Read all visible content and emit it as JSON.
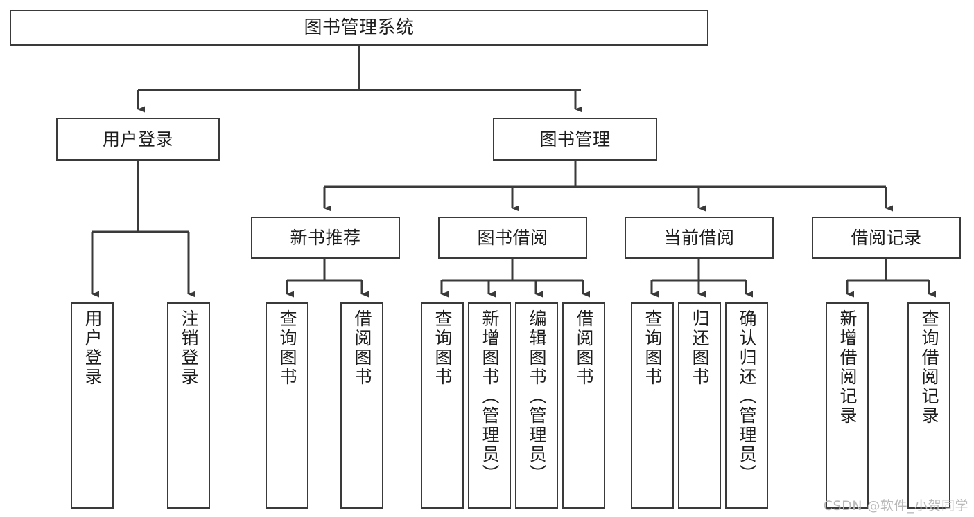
{
  "diagram": {
    "kind": "function-structure-tree",
    "title": "图书管理系统",
    "stroke_color": "#3a3a3a",
    "fill_color": "#ffffff",
    "text_color": "#1d1d1d"
  },
  "root": {
    "label": "图书管理系统"
  },
  "level2": [
    {
      "label": "用户登录"
    },
    {
      "label": "图书管理"
    }
  ],
  "level3": [
    {
      "label": "新书推荐"
    },
    {
      "label": "图书借阅"
    },
    {
      "label": "当前借阅"
    },
    {
      "label": "借阅记录"
    }
  ],
  "leaves": [
    {
      "label": "用户登录"
    },
    {
      "label": "注销登录"
    },
    {
      "label": "查询图书"
    },
    {
      "label": "借阅图书"
    },
    {
      "label": "查询图书"
    },
    {
      "label": "新增图书（管理员）"
    },
    {
      "label": "编辑图书（管理员）"
    },
    {
      "label": "借阅图书"
    },
    {
      "label": "查询图书"
    },
    {
      "label": "归还图书"
    },
    {
      "label": "确认归还（管理员）"
    },
    {
      "label": "新增借阅记录"
    },
    {
      "label": "查询借阅记录"
    }
  ],
  "watermark": {
    "text": "CSDN @软件_小贺同学"
  }
}
